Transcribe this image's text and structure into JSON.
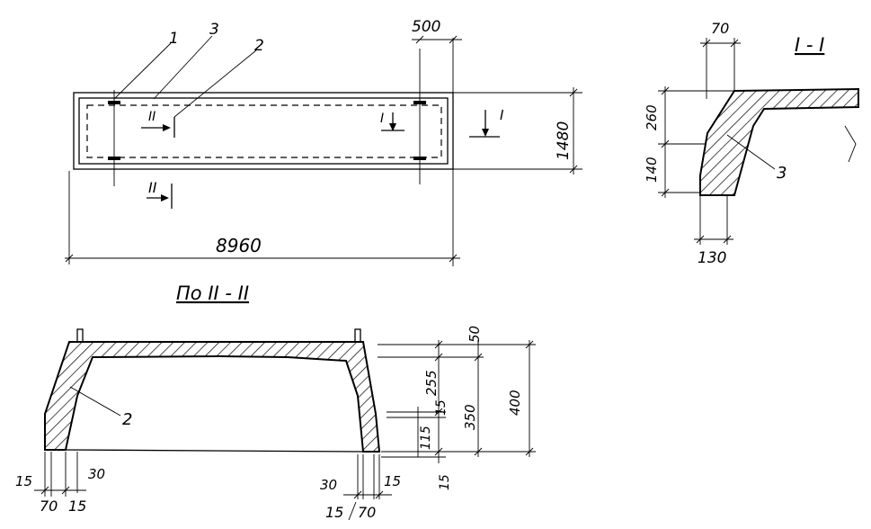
{
  "plan": {
    "labels": {
      "callout_1": "1",
      "callout_3": "3",
      "callout_2": "2"
    },
    "section_marks": {
      "sec2_top": "II",
      "sec2_bottom": "II",
      "sec1_left": "I",
      "sec1_right": "I"
    },
    "dims": {
      "width_top": "500",
      "height": "1480",
      "length": "8960"
    }
  },
  "section_1": {
    "title": "I - I",
    "dims": {
      "top": "70",
      "upper": "260",
      "lower": "140",
      "bottom": "130"
    },
    "callout": "3"
  },
  "section_2": {
    "title": "По II - II",
    "dims": {
      "top_right": "50",
      "r_255": "255",
      "r_15a": "15",
      "r_350": "350",
      "r_400": "400",
      "r_115": "115",
      "r_15b": "15",
      "bl_15": "15",
      "bl_30": "30",
      "bl_70": "70",
      "bl_15b": "15",
      "br_30": "30",
      "br_15": "15",
      "br_15b": "15",
      "br_70": "70"
    },
    "callout": "2"
  }
}
